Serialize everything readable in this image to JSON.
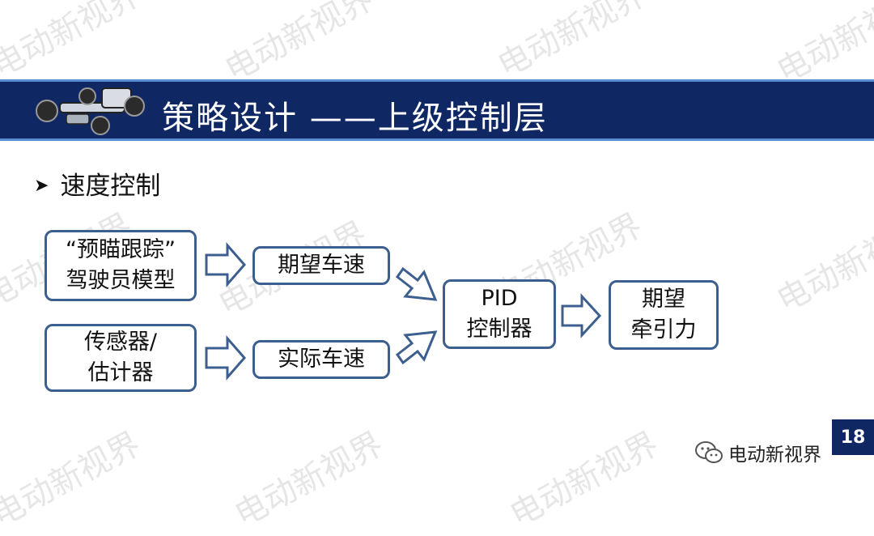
{
  "watermark_text": "电动新视界",
  "header": {
    "title": "策略设计 ——上级控制层"
  },
  "bullet": {
    "text": "速度控制"
  },
  "diagram": {
    "model_line1": "“预瞄跟踪”",
    "model_line2": "驾驶员模型",
    "sensor_line1": "传感器/",
    "sensor_line2": "估计器",
    "desired_speed": "期望车速",
    "actual_speed": "实际车速",
    "pid_line1": "PID",
    "pid_line2": "控制器",
    "traction_line1": "期望",
    "traction_line2": "牵引力"
  },
  "footer": {
    "page_number": "18",
    "account_name": "电动新视界"
  },
  "colors": {
    "header_bg": "#0f2864",
    "box_border": "#3d5f8f",
    "arrow_fill": "#ffffff"
  }
}
